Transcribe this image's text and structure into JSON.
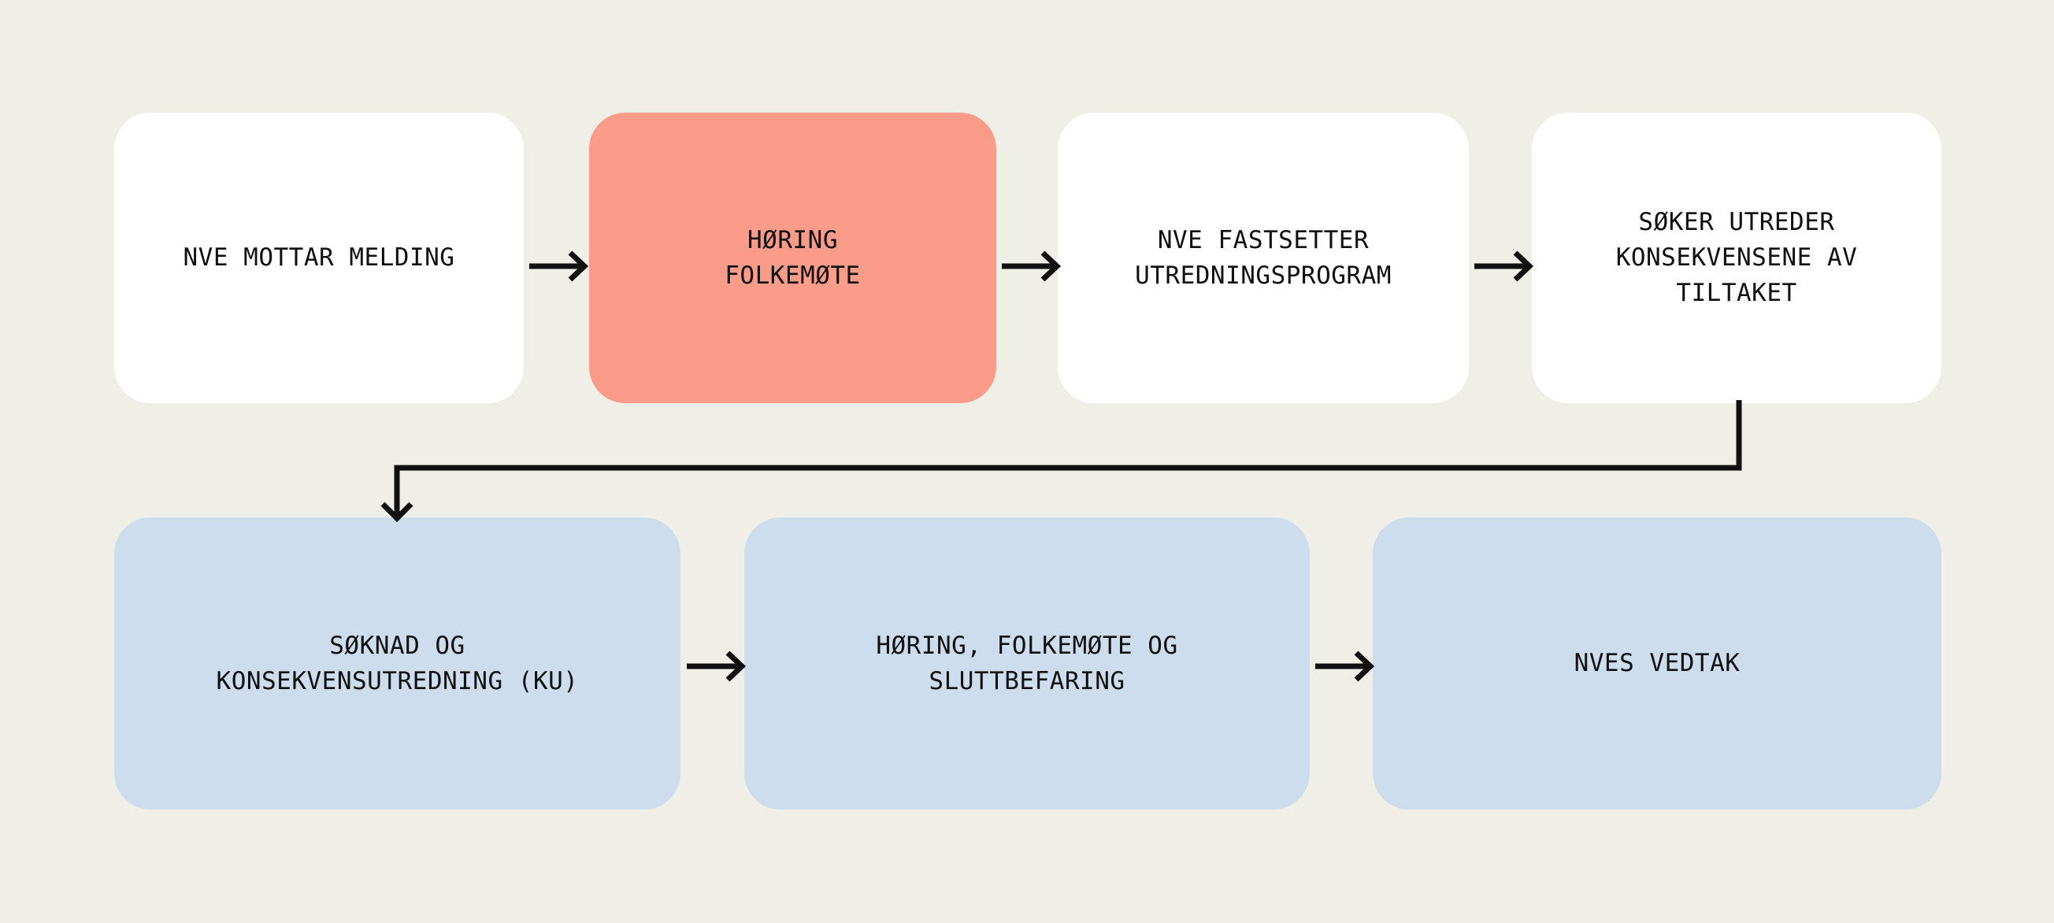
{
  "diagram": {
    "title": "NVE konsesjonsprosess flytdiagram",
    "background_color": "#EFEFE7",
    "text_color": "#111111",
    "colors": {
      "white": "#FFFFFF",
      "salmon": "#FB9B89",
      "light_blue": "#CDDDEE"
    },
    "nodes": [
      {
        "id": "nve-mottar-melding",
        "label": "NVE MOTTAR MELDING",
        "color": "#FFFFFF",
        "row": 1,
        "order": 1
      },
      {
        "id": "horing-folkemote",
        "label": "HØRING\nFOLKEMØTE",
        "color": "#FB9B89",
        "row": 1,
        "order": 2
      },
      {
        "id": "nve-fastsetter-utredningsprogram",
        "label": "NVE FASTSETTER\nUTREDNINGSPROGRAM",
        "color": "#FFFFFF",
        "row": 1,
        "order": 3
      },
      {
        "id": "soker-utreder-konsekvensene",
        "label": "SØKER UTREDER\nKONSEKVENSENE AV\nTILTAKET",
        "color": "#FFFFFF",
        "row": 1,
        "order": 4
      },
      {
        "id": "soknad-og-konsekvensutredning",
        "label": "SØKNAD OG\nKONSEKVENSUTREDNING (KU)",
        "color": "#CDDDEE",
        "row": 2,
        "order": 1
      },
      {
        "id": "horing-folkemote-sluttbefaring",
        "label": "HØRING, FOLKEMØTE OG\nSLUTTBEFARING",
        "color": "#CDDDEE",
        "row": 2,
        "order": 2
      },
      {
        "id": "nves-vedtak",
        "label": "NVES VEDTAK",
        "color": "#CDDDEE",
        "row": 2,
        "order": 3
      }
    ],
    "connectors": [
      {
        "id": "arrow-1-2",
        "from": "nve-mottar-melding",
        "to": "horing-folkemote",
        "kind": "straight-right-arrow"
      },
      {
        "id": "arrow-2-3",
        "from": "horing-folkemote",
        "to": "nve-fastsetter-utredningsprogram",
        "kind": "straight-right-arrow"
      },
      {
        "id": "arrow-3-4",
        "from": "nve-fastsetter-utredningsprogram",
        "to": "soker-utreder-konsekvensene",
        "kind": "straight-right-arrow"
      },
      {
        "id": "arrow-4-5",
        "from": "soker-utreder-konsekvensene",
        "to": "soknad-og-konsekvensutredning",
        "kind": "elbow-down-left-down-arrow"
      },
      {
        "id": "arrow-5-6",
        "from": "soknad-og-konsekvensutredning",
        "to": "horing-folkemote-sluttbefaring",
        "kind": "straight-right-arrow"
      },
      {
        "id": "arrow-6-7",
        "from": "horing-folkemote-sluttbefaring",
        "to": "nves-vedtak",
        "kind": "straight-right-arrow"
      }
    ]
  }
}
